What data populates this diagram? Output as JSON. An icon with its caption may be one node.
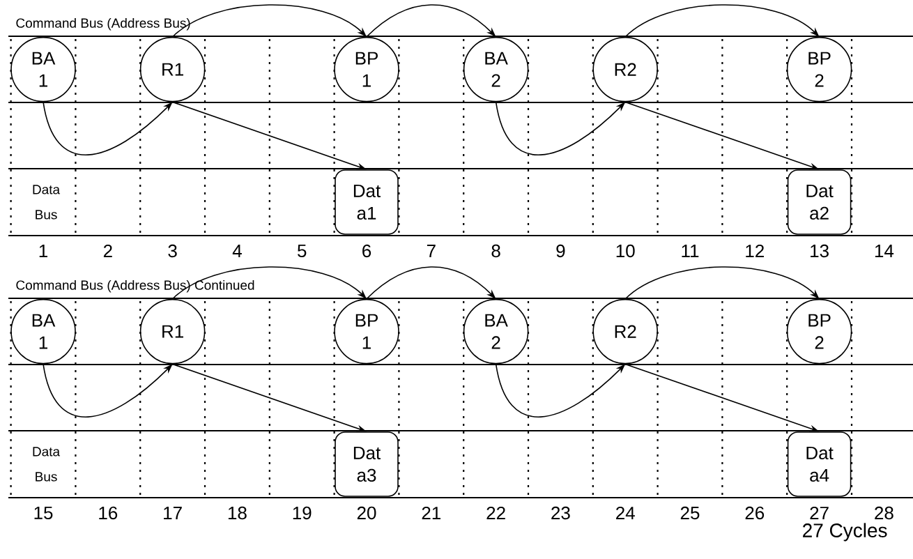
{
  "diagram": {
    "nodes": [
      {
        "text": [
          "BA 1"
        ]
      },
      {
        "text": [
          "R1"
        ]
      },
      {
        "text": [
          "BP 1"
        ]
      },
      {
        "text": [
          "BA 2"
        ]
      },
      {
        "text": [
          "R2"
        ]
      },
      {
        "text": [
          "BP 2"
        ]
      },
      {
        "text": [
          "Dat a1"
        ]
      },
      {
        "text": [
          "Dat a2"
        ]
      },
      {
        "text": [
          "BA 1"
        ]
      },
      {
        "text": [
          "R1"
        ]
      },
      {
        "text": [
          "BP 1"
        ]
      },
      {
        "text": [
          "BA 2"
        ]
      },
      {
        "text": [
          "R2"
        ]
      },
      {
        "text": [
          "BP 2"
        ]
      },
      {
        "text": [
          "Dat a3"
        ]
      },
      {
        "text": [
          "Dat a4"
        ]
      }
    ],
    "edges": [
      {
        "from": 0,
        "to": 1,
        "arrow": "to"
      },
      {
        "from": 1,
        "to": 2,
        "arrow": "to"
      },
      {
        "from": 1,
        "to": 6,
        "arrow": "to"
      },
      {
        "from": 2,
        "to": 3,
        "arrow": "to"
      },
      {
        "from": 3,
        "to": 4,
        "arrow": "to"
      },
      {
        "from": 4,
        "to": 5,
        "arrow": "to"
      },
      {
        "from": 4,
        "to": 7,
        "arrow": "to"
      },
      {
        "from": 8,
        "to": 9,
        "arrow": "to"
      },
      {
        "from": 9,
        "to": 10,
        "arrow": "to"
      },
      {
        "from": 9,
        "to": 14,
        "arrow": "to"
      },
      {
        "from": 10,
        "to": 11,
        "arrow": "to"
      },
      {
        "from": 11,
        "to": 12,
        "arrow": "to"
      },
      {
        "from": 12,
        "to": 13,
        "arrow": "to"
      },
      {
        "from": 12,
        "to": 15,
        "arrow": "to"
      }
    ],
    "labels": [
      "Command Bus (Address Bus)",
      "Data Bus",
      "1",
      "2",
      "3",
      "4",
      "5",
      "6",
      "7",
      "8",
      "9",
      "10",
      "11",
      "12",
      "13",
      "14",
      "Command Bus (Address Bus) Continued",
      "Data Bus",
      "15",
      "16",
      "17",
      "18",
      "19",
      "20",
      "21",
      "22",
      "23",
      "24",
      "25",
      "26",
      "27",
      "28",
      "27 Cycles"
    ]
  }
}
